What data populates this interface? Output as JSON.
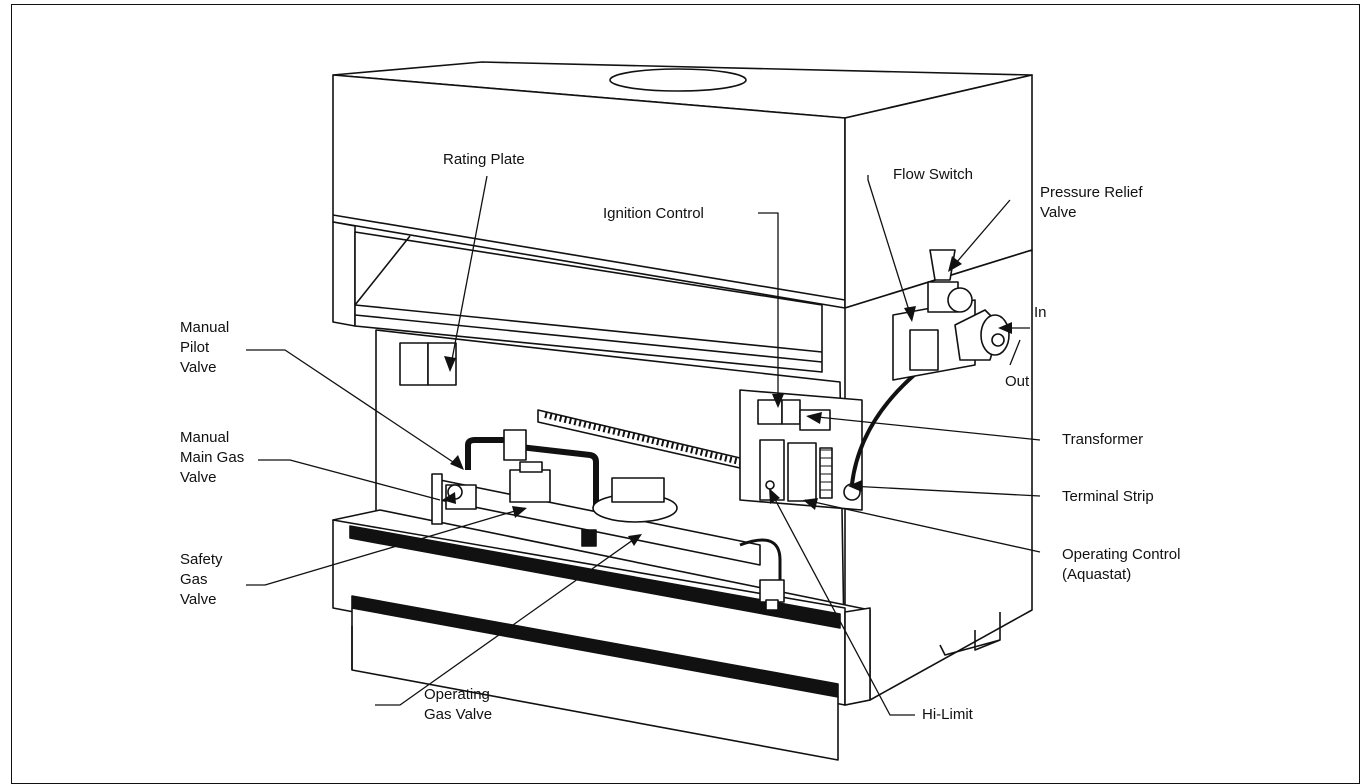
{
  "labels": {
    "rating_plate": "Rating Plate",
    "ignition_control": "Ignition Control",
    "flow_switch": "Flow Switch",
    "pressure_relief_valve": [
      "Pressure Relief",
      "Valve"
    ],
    "in": "In",
    "out": "Out",
    "manual_pilot_valve": [
      "Manual",
      "Pilot",
      "Valve"
    ],
    "manual_main_gas_valve": [
      "Manual",
      "Main Gas",
      "Valve"
    ],
    "safety_gas_valve": [
      "Safety",
      "Gas",
      "Valve"
    ],
    "transformer": "Transformer",
    "terminal_strip": "Terminal Strip",
    "operating_control": [
      "Operating Control",
      "(Aquastat)"
    ],
    "operating_gas_valve": [
      "Operating",
      "Gas Valve"
    ],
    "hi_limit": "Hi-Limit"
  }
}
